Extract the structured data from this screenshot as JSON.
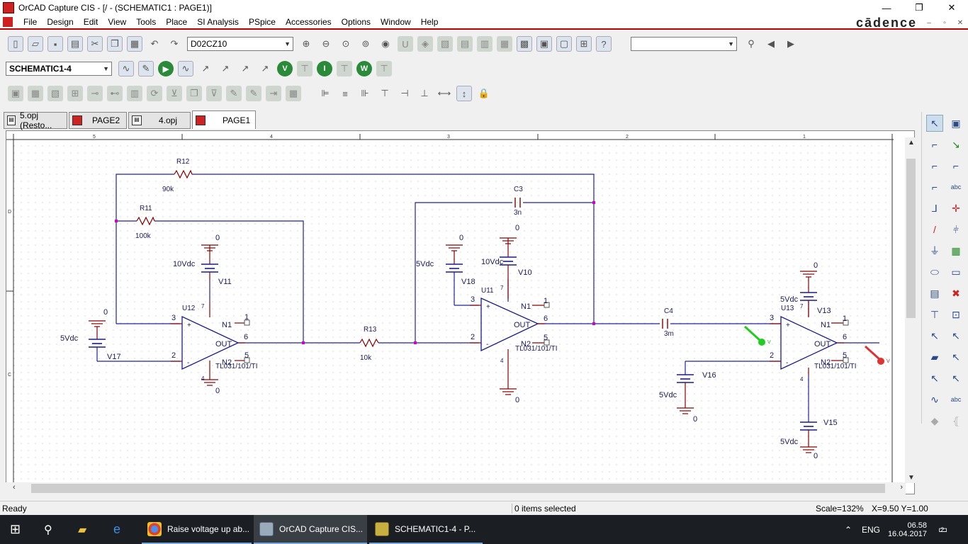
{
  "window": {
    "title": "OrCAD Capture CIS - [/ - (SCHEMATIC1 : PAGE1)]",
    "controls": [
      "—",
      "❐",
      "✕"
    ]
  },
  "menu": {
    "items": [
      "File",
      "Design",
      "Edit",
      "View",
      "Tools",
      "Place",
      "SI Analysis",
      "PSpice",
      "Accessories",
      "Options",
      "Window",
      "Help"
    ],
    "brand": "cādence",
    "mdi_controls": [
      "–",
      "▫",
      "✕"
    ]
  },
  "toolbar1": {
    "part_combo": "D02CZ10",
    "search_combo": ""
  },
  "toolbar2": {
    "profile_combo": "SCHEMATIC1-4"
  },
  "tabs": [
    {
      "label": "5.opj (Resto..."
    },
    {
      "label": "PAGE2"
    },
    {
      "label": "4.opj"
    },
    {
      "label": "PAGE1"
    }
  ],
  "ruler": {
    "top": [
      "5",
      "4",
      "3",
      "2",
      "1"
    ],
    "left": [
      "D",
      "C"
    ]
  },
  "schematic": {
    "R12": {
      "ref": "R12",
      "value": "90k"
    },
    "R11": {
      "ref": "R11",
      "value": "100k"
    },
    "R13": {
      "ref": "R13",
      "value": "10k"
    },
    "C3": {
      "ref": "C3",
      "value": "3n"
    },
    "C4": {
      "ref": "C4",
      "value": "3m"
    },
    "V11": {
      "ref": "V11",
      "value": "10Vdc",
      "gnd": "0"
    },
    "V10": {
      "ref": "V10",
      "value": "10Vdc",
      "gnd": "0"
    },
    "V17": {
      "ref": "V17",
      "value": "5Vdc",
      "gnd": "0"
    },
    "V18": {
      "ref": "V18",
      "value": "5Vdc",
      "gnd": "0"
    },
    "V13": {
      "ref": "V13",
      "value": "5Vdc",
      "gnd": "0"
    },
    "V16": {
      "ref": "V16",
      "value": "5Vdc",
      "gnd": "0"
    },
    "V15": {
      "ref": "V15",
      "value": "5Vdc",
      "gnd": "0"
    },
    "U12": {
      "ref": "U12",
      "part": "TL031/101/TI",
      "gnd": "0"
    },
    "U11": {
      "ref": "U11",
      "part": "TL031/101/TI",
      "gnd": "0"
    },
    "U13": {
      "ref": "U13",
      "part": "TL031/101/TI"
    },
    "pins": {
      "p3": "3",
      "p2": "2",
      "p6": "6",
      "p7": "7",
      "p4": "4",
      "p1": "1",
      "p5": "5",
      "n1": "N1",
      "n2": "N2",
      "out": "OUT",
      "plus": "+",
      "minus": "-"
    },
    "probe_letter": "V"
  },
  "status": {
    "left": "Ready",
    "middle": "0 items selected",
    "scale": "Scale=132%",
    "coords": "X=9.50  Y=1.00"
  },
  "taskbar": {
    "apps": [
      {
        "label": "Raise voltage up ab..."
      },
      {
        "label": "OrCAD Capture CIS..."
      },
      {
        "label": "SCHEMATIC1-4 - P..."
      }
    ],
    "lang": "ENG",
    "time": "06.58",
    "date": "16.04.2017",
    "notif": "2"
  },
  "colors": {
    "wire": "#2020a0",
    "comp": "#1a1a8c",
    "pin": "#8b0000",
    "text": "#1a1a5e",
    "junction": "#d000d0"
  }
}
